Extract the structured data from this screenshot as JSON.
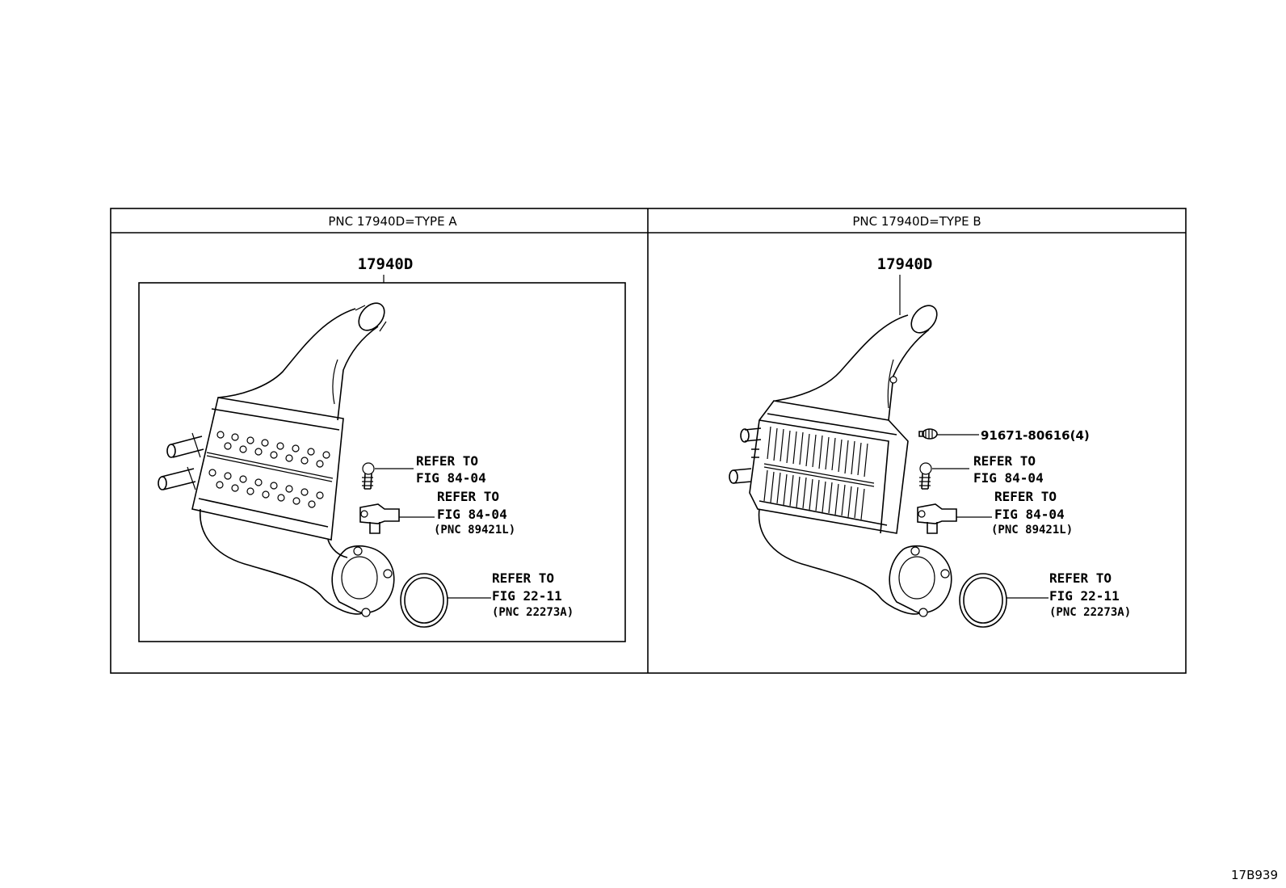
{
  "panel_a": {
    "header": "PNC 17940D=TYPE A",
    "part_label": "17940D",
    "callout_1": {
      "line1": "REFER TO",
      "line2": "FIG 84-04"
    },
    "callout_2": {
      "line1": "REFER TO",
      "line2": "FIG 84-04",
      "line3": "(PNC 89421L)"
    },
    "callout_3": {
      "line1": "REFER TO",
      "line2": "FIG 22-11",
      "line3": "(PNC 22273A)"
    }
  },
  "panel_b": {
    "header": "PNC 17940D=TYPE B",
    "part_label": "17940D",
    "bolt_label": "91671-80616(4)",
    "callout_1": {
      "line1": "REFER TO",
      "line2": "FIG 84-04"
    },
    "callout_2": {
      "line1": "REFER TO",
      "line2": "FIG 84-04",
      "line3": "(PNC 89421L)"
    },
    "callout_3": {
      "line1": "REFER TO",
      "line2": "FIG 22-11",
      "line3": "(PNC 22273A)"
    }
  },
  "drawing_code": "17B939"
}
